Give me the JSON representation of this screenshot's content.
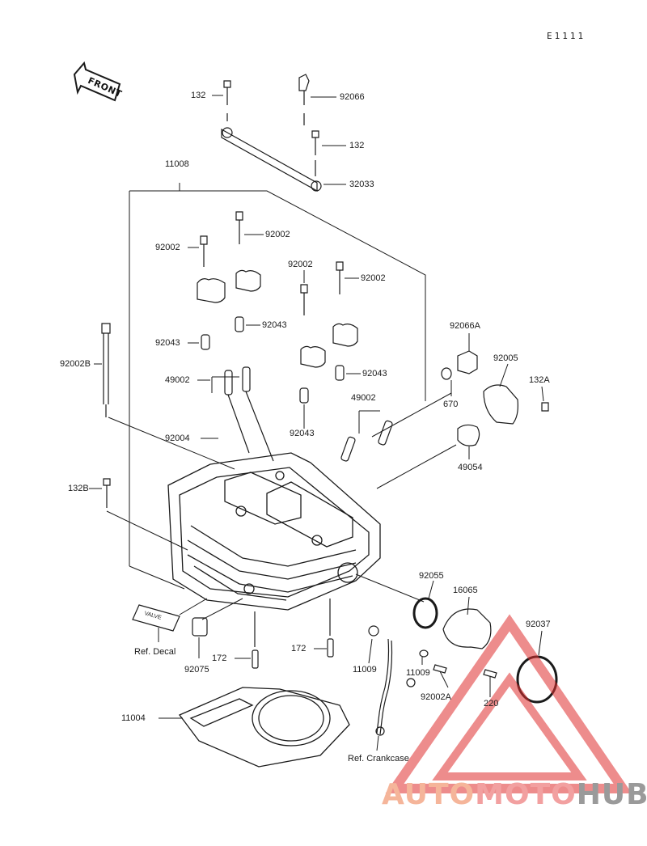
{
  "diagram_code": "E1111",
  "front_label": "FRONT",
  "labels": {
    "l132a": "132",
    "l92066": "92066",
    "l132b": "132",
    "l32033": "32033",
    "l11008": "11008",
    "l92002_1": "92002",
    "l92002_2": "92002",
    "l92002_3": "92002",
    "l92002_4": "92002",
    "l92043_1": "92043",
    "l92043_2": "92043",
    "l92043_3": "92043",
    "l92043_4": "92043",
    "l92002B": "92002B",
    "l49002_1": "49002",
    "l49002_2": "49002",
    "l92004": "92004",
    "l92066A": "92066A",
    "l92005": "92005",
    "l670": "670",
    "l132A": "132A",
    "l49054": "49054",
    "l132B": "132B",
    "l92055": "92055",
    "l16065": "16065",
    "l92037": "92037",
    "lRefDecal": "Ref. Decal",
    "l92075": "92075",
    "l172a": "172",
    "l172b": "172",
    "l11009a": "11009",
    "l11009b": "11009",
    "l92002A": "92002A",
    "l220": "220",
    "l11004": "11004",
    "lRefCrank": "Ref. Crankcase"
  },
  "decal_text": "VALVE",
  "watermark": {
    "part1": "AUTO",
    "part2": "MOTO",
    "part3": "HUB"
  },
  "colors": {
    "line": "#1a1a1a",
    "watermark_red": "#e03030",
    "watermark_orange": "#f0a060",
    "watermark_gray": "#888888"
  }
}
